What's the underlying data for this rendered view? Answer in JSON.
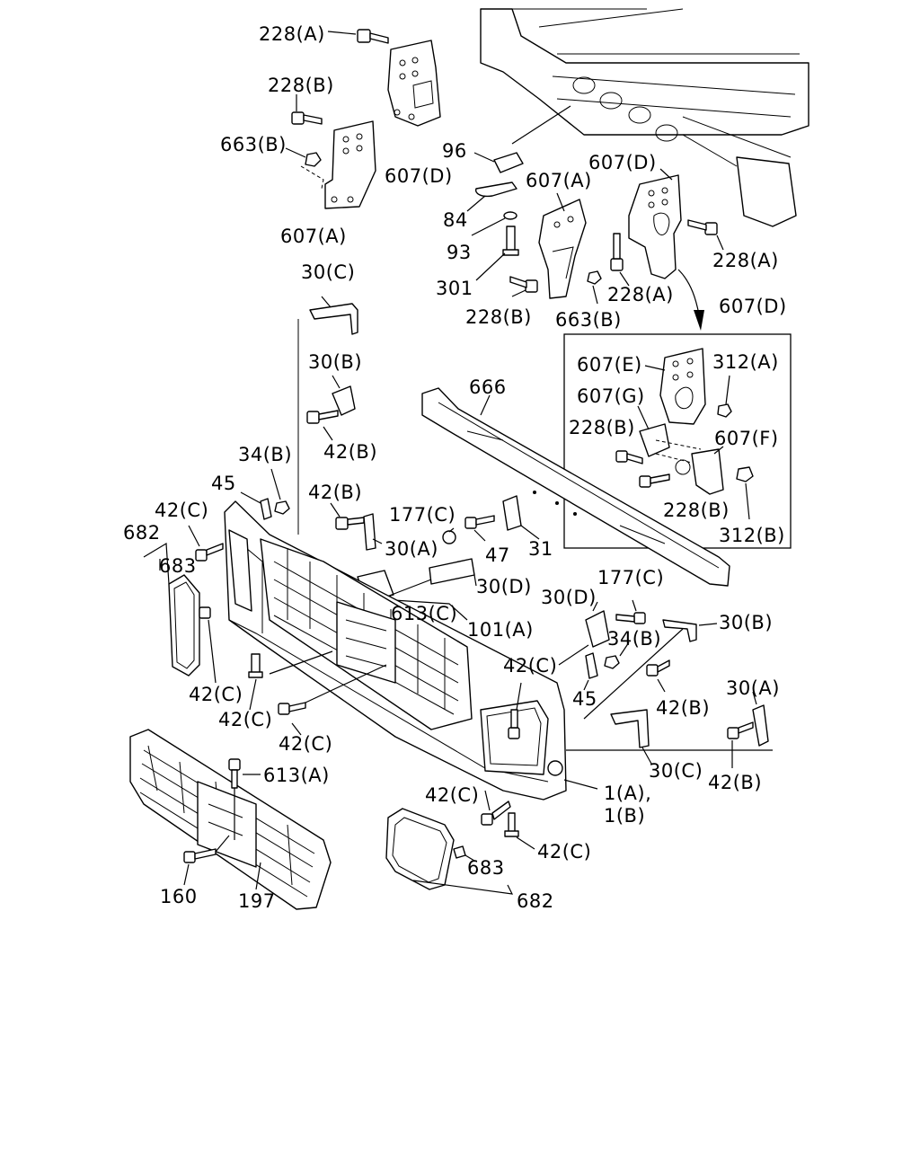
{
  "labels": {
    "l_228A_top": "228(A)",
    "l_228B_top": "228(B)",
    "l_663B_top": "663(B)",
    "l_607D_top": "607(D)",
    "l_607A_top": "607(A)",
    "l_96": "96",
    "l_84": "84",
    "l_93": "93",
    "l_301": "301",
    "l_607A_mid": "607(A)",
    "l_607D_mid": "607(D)",
    "l_228A_right": "228(A)",
    "l_228A_mid": "228(A)",
    "l_228B_mid": "228(B)",
    "l_663B_mid": "663(B)",
    "l_607D_inset": "607(D)",
    "l_607E": "607(E)",
    "l_312A": "312(A)",
    "l_607G": "607(G)",
    "l_228B_inset": "228(B)",
    "l_607F": "607(F)",
    "l_228B_inset2": "228(B)",
    "l_312B": "312(B)",
    "l_30C_top": "30(C)",
    "l_30B_top": "30(B)",
    "l_42B_top": "42(B)",
    "l_666": "666",
    "l_34B_left": "34(B)",
    "l_45_left": "45",
    "l_42B_mid": "42(B)",
    "l_177C_mid": "177(C)",
    "l_42C_left": "42(C)",
    "l_682_left": "682",
    "l_683_left": "683",
    "l_47": "47",
    "l_31": "31",
    "l_30A_mid": "30(A)",
    "l_30D_mid": "30(D)",
    "l_613C": "613(C)",
    "l_101A": "101(A)",
    "l_177C_right": "177(C)",
    "l_30D_right": "30(D)",
    "l_30B_right": "30(B)",
    "l_34B_right": "34(B)",
    "l_42C_center": "42(C)",
    "l_45_right": "45",
    "l_42B_right": "42(B)",
    "l_30A_right": "30(A)",
    "l_42C_l1": "42(C)",
    "l_42C_l2": "42(C)",
    "l_42C_l3": "42(C)",
    "l_30C_bottom": "30(C)",
    "l_42B_bottom": "42(B)",
    "l_613A": "613(A)",
    "l_1A": "1(A),",
    "l_1B": "1(B)",
    "l_42C_b1": "42(C)",
    "l_42C_b2": "42(C)",
    "l_160": "160",
    "l_197": "197",
    "l_683_bottom": "683",
    "l_682_bottom": "682"
  }
}
